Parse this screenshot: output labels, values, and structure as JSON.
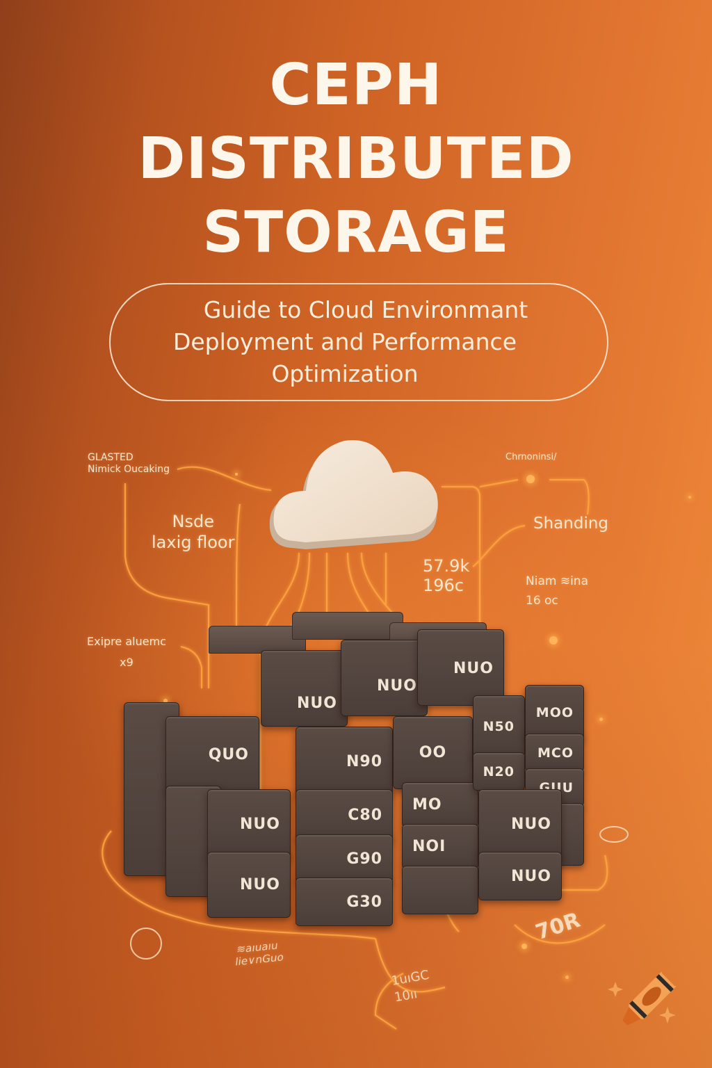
{
  "cover": {
    "title_lines": [
      "CEPH",
      "DISTRIBUTED",
      "STORAGE"
    ],
    "subtitle_lines": [
      "Guide to Cloud Environmant",
      "Deployment and Performance",
      "Optimization"
    ]
  },
  "colors": {
    "background_left": "#8f3f1a",
    "background_right": "#f08a3a",
    "title_text": "#fdf6ea",
    "glow_wire": "#ffa640",
    "block_body": "#4f423c"
  },
  "diagram": {
    "center_icon": "cloud-icon",
    "labels": [
      {
        "id": "clasted",
        "text": "GLASTED\nNimick Oucaking"
      },
      {
        "id": "nsde",
        "text": "Nsde\nlaxig floor"
      },
      {
        "id": "expire",
        "text": "Exipre aluemc\nx9"
      },
      {
        "id": "chronins",
        "text": "Chrnoninsi/"
      },
      {
        "id": "shanding",
        "text": "Shanding"
      },
      {
        "id": "stat-1",
        "text": "57.9k\n196c"
      },
      {
        "id": "stat-2",
        "text": "Niam ≋ina\n16 oc"
      },
      {
        "id": "floor-1",
        "text": "≋aıuaıu\nlie∨nGuo"
      },
      {
        "id": "floor-2",
        "text": "1uıGC\n10ıı"
      },
      {
        "id": "floor-3",
        "text": "70R"
      }
    ],
    "blocks": [
      "NUO",
      "NUO",
      "NUO",
      "QUO",
      "N90",
      "NUO",
      "NUO",
      "C80",
      "G90",
      "G30",
      "OO",
      "MO",
      "NOI",
      "N50",
      "N20",
      "MOO",
      "MCO",
      "GUU",
      "NUO",
      "NUO"
    ]
  },
  "brand": {
    "logo_icon": "crayon-sparkle-icon"
  }
}
